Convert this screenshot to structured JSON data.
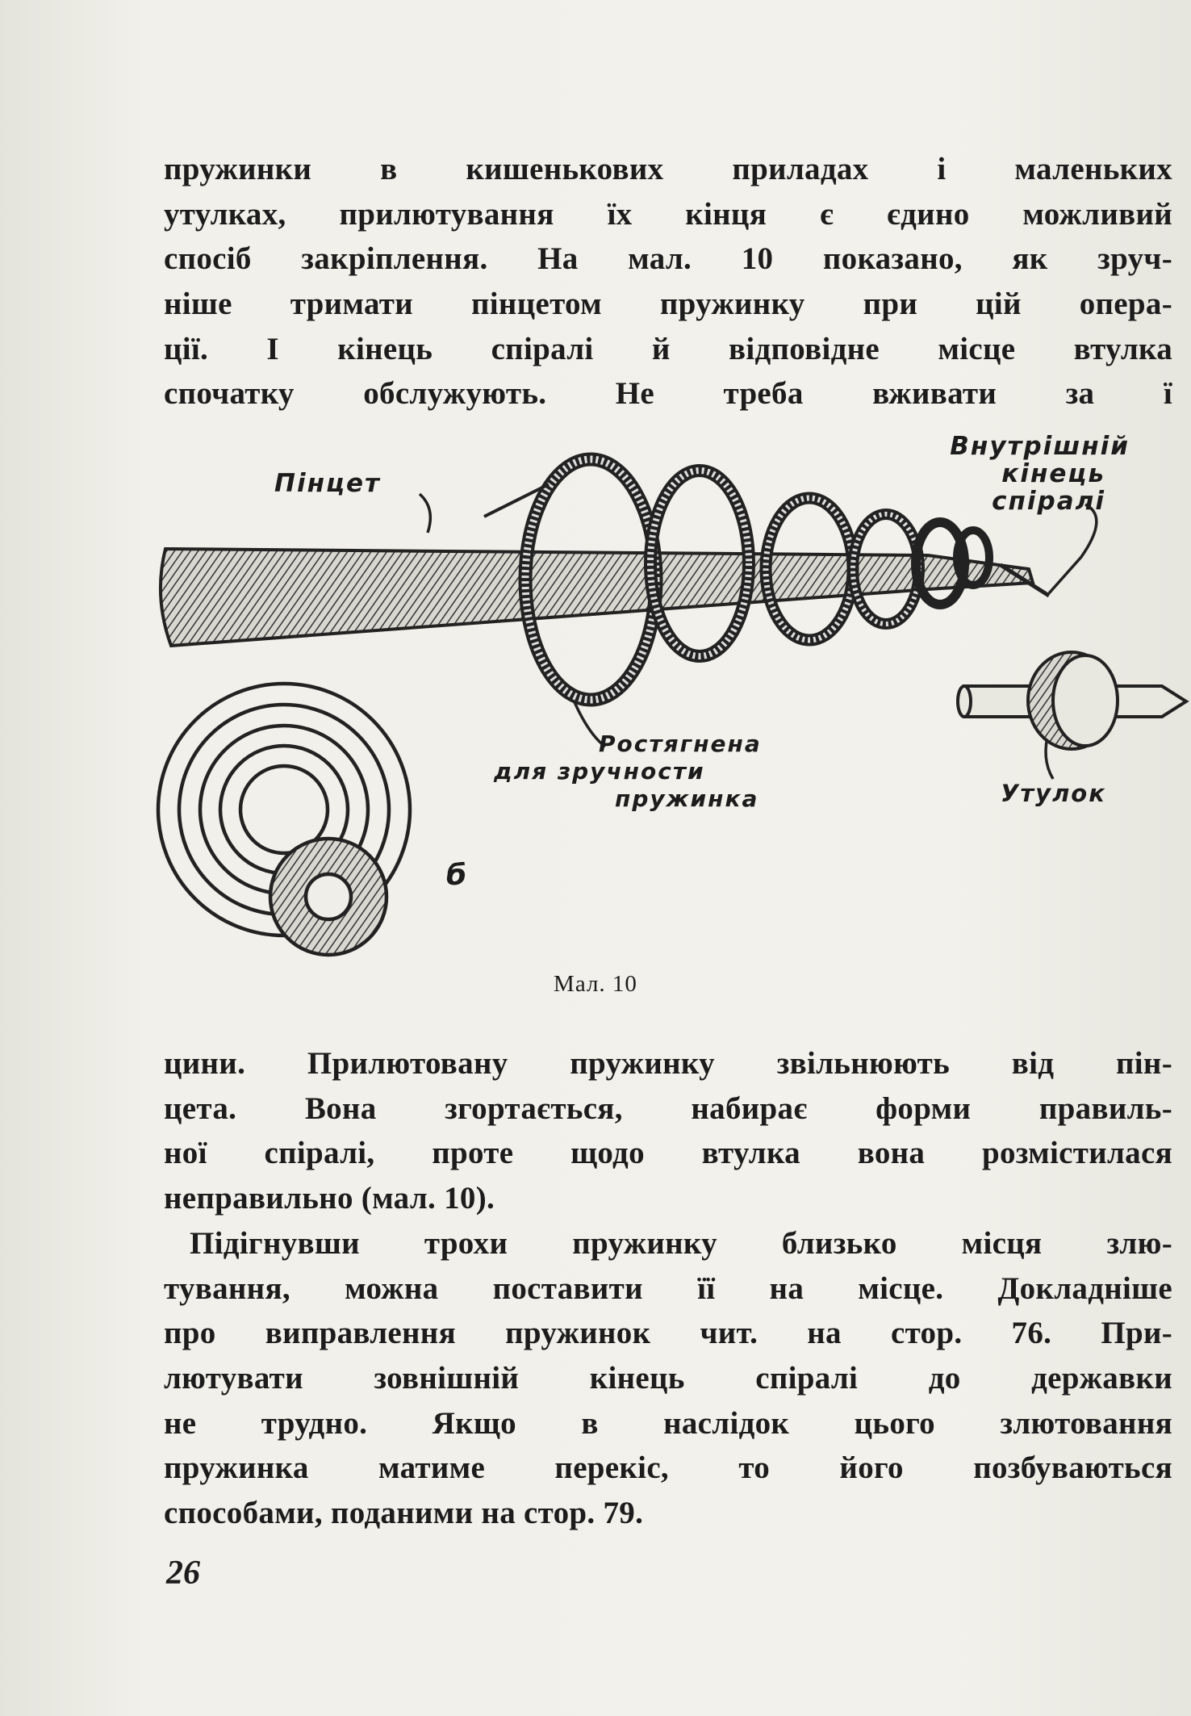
{
  "page": {
    "paragraph_1": [
      "пружинки в кишенькових приладах і маленьких",
      "утулках, прилютування їх кінця є єдино можливий",
      "спосіб закріплення. На мал. 10 показано, як зруч-",
      "ніше тримати пінцетом пружинку при цій опера-",
      "ції. І кінець спіралі й відповідне місце втулка",
      "спочатку обслужують. Не треба вживати за  ї"
    ],
    "figure": {
      "label_tweezers": "Пінцет",
      "label_inner_end": [
        "Внутрішній",
        "кінець",
        "спіралі"
      ],
      "label_stretched": [
        "Ростягнена",
        "для зручности",
        "пружинка"
      ],
      "label_hub": "Утулок",
      "label_b": "б",
      "caption": "Мал. 10"
    },
    "paragraph_2": [
      "цини. Прилютовану пружинку звільнюють від пін-",
      "цета. Вона згортається, набирає форми правиль-",
      "ної спіралі, проте щодо втулка вона розмістилася",
      "неправильно (мал. 10)."
    ],
    "paragraph_3": [
      "Підігнувши трохи пружинку близько місця злю-",
      "тування, можна поставити її на місце. Докладніше",
      "про виправлення пружинок чит. на стор. 76. При-",
      "лютувати зовнішній кінець спіралі до державки",
      "не трудно. Якщо в наслідок цього злютовання",
      "пружинка матиме перекіс, то його позбуваються",
      "способами, поданими на стор. 79."
    ],
    "page_number": "26"
  }
}
